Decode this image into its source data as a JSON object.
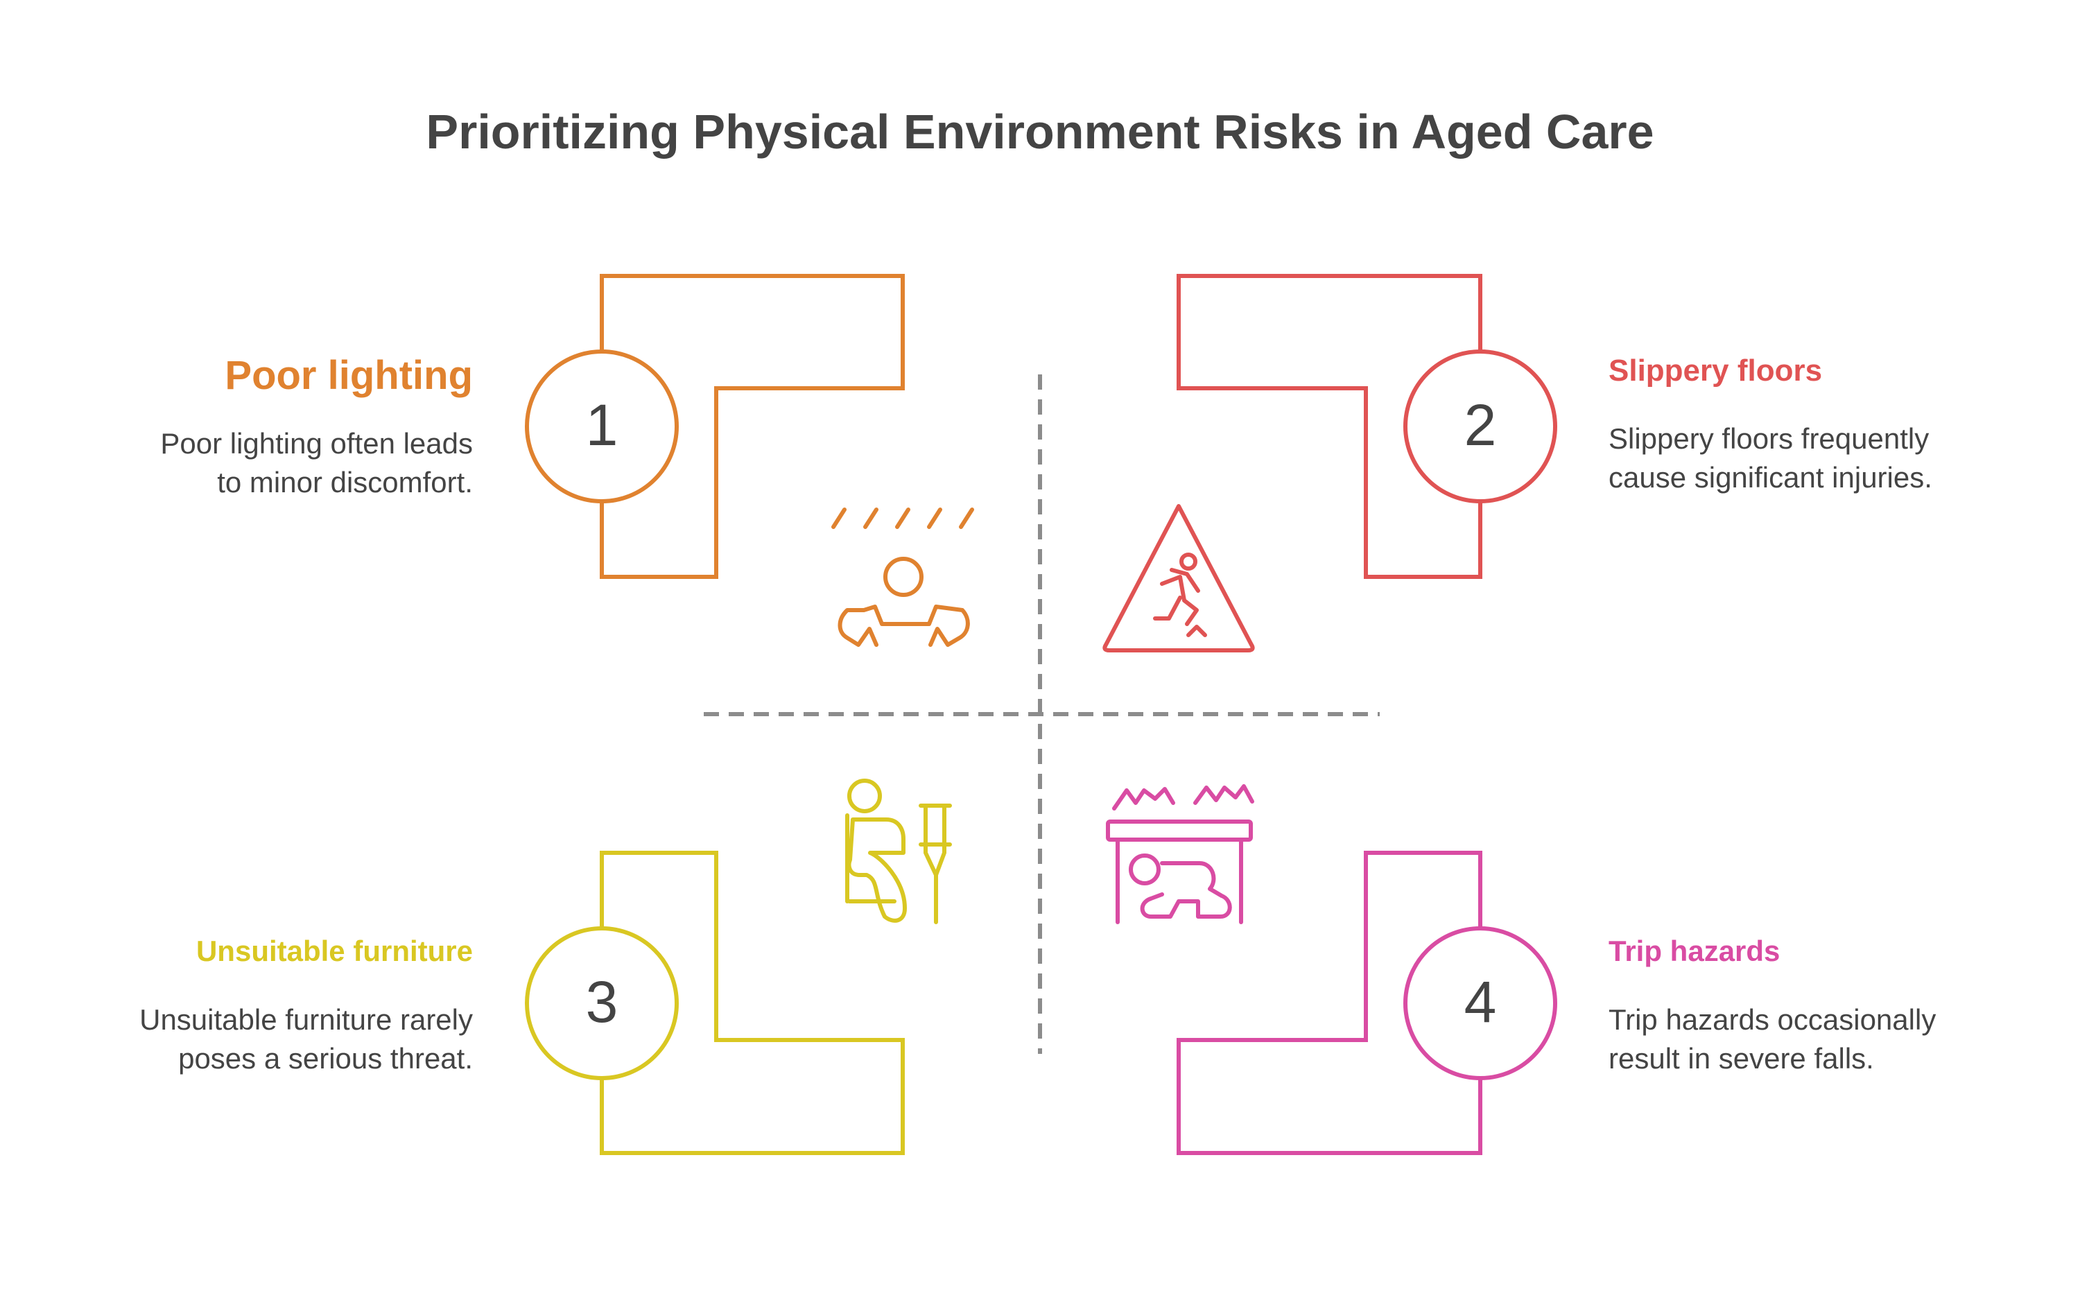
{
  "title": "Prioritizing Physical Environment Risks in Aged Care",
  "colors": {
    "orange": "#E0822F",
    "red": "#E05353",
    "yellow": "#D9C722",
    "pink": "#D94CA3",
    "divider": "#8C8C8C",
    "text": "#444444"
  },
  "quadrants": [
    {
      "number": "1",
      "heading": "Poor lighting",
      "description": [
        "Poor lighting often leads",
        "to minor discomfort."
      ],
      "icon": "discomfort-person-icon",
      "color": "#E0822F"
    },
    {
      "number": "2",
      "heading": "Slippery floors",
      "description": [
        "Slippery floors frequently",
        "cause significant injuries."
      ],
      "icon": "slippery-floor-warning-icon",
      "color": "#E05353"
    },
    {
      "number": "3",
      "heading": "Unsuitable furniture",
      "description": [
        "Unsuitable furniture rarely",
        "poses a serious threat."
      ],
      "icon": "person-on-chair-with-crutch-icon",
      "color": "#D9C722"
    },
    {
      "number": "4",
      "heading": "Trip hazards",
      "description": [
        "Trip hazards occasionally",
        "result in severe falls."
      ],
      "icon": "person-crawling-under-table-icon",
      "color": "#D94CA3"
    }
  ]
}
